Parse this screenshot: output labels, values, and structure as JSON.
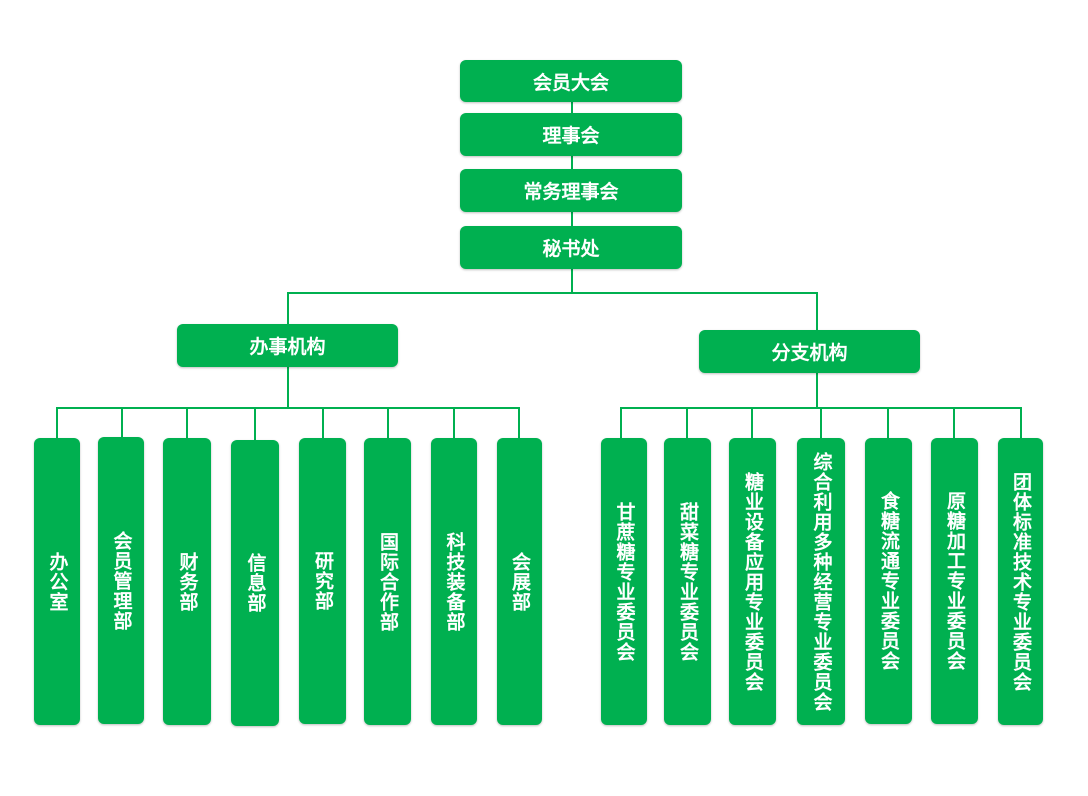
{
  "color": "#00b050",
  "top_chain": [
    "会员大会",
    "理事会",
    "常务理事会",
    "秘书处"
  ],
  "branches": {
    "left": {
      "label": "办事机构",
      "children": [
        "办公室",
        "会员管理部",
        "财务部",
        "信息部",
        "研究部",
        "国际合作部",
        "科技装备部",
        "会展部"
      ]
    },
    "right": {
      "label": "分支机构",
      "children": [
        "甘蔗糖专业委员会",
        "甜菜糖专业委员会",
        "糖业设备应用专业委员会",
        "综合利用多种经营专业委员会",
        "食糖流通专业委员会",
        "原糖加工专业委员会",
        "团体标准技术专业委员会"
      ]
    }
  }
}
